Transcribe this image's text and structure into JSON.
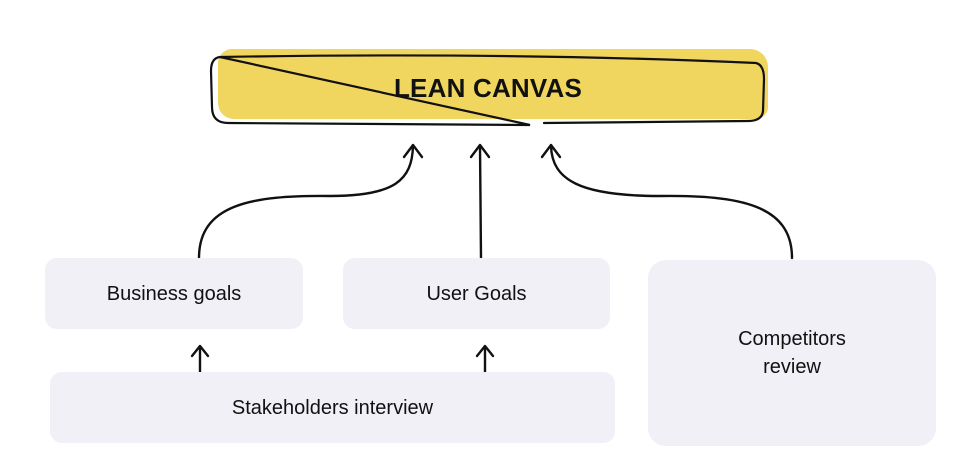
{
  "title": {
    "label": "LEAN CANVAS",
    "fill_color": "#f0d55e"
  },
  "nodes": {
    "business_goals": "Business goals",
    "user_goals": "User Goals",
    "stakeholders_interview": "Stakeholders interview",
    "competitors_review": "Competitors review"
  },
  "edges": [
    {
      "from": "Business goals",
      "to": "LEAN CANVAS"
    },
    {
      "from": "User Goals",
      "to": "LEAN CANVAS"
    },
    {
      "from": "Competitors review",
      "to": "LEAN CANVAS"
    },
    {
      "from": "Stakeholders interview",
      "to": "Business goals"
    },
    {
      "from": "Stakeholders interview",
      "to": "User Goals"
    }
  ],
  "colors": {
    "box_fill": "#f0f0f6",
    "stroke": "#111111"
  }
}
